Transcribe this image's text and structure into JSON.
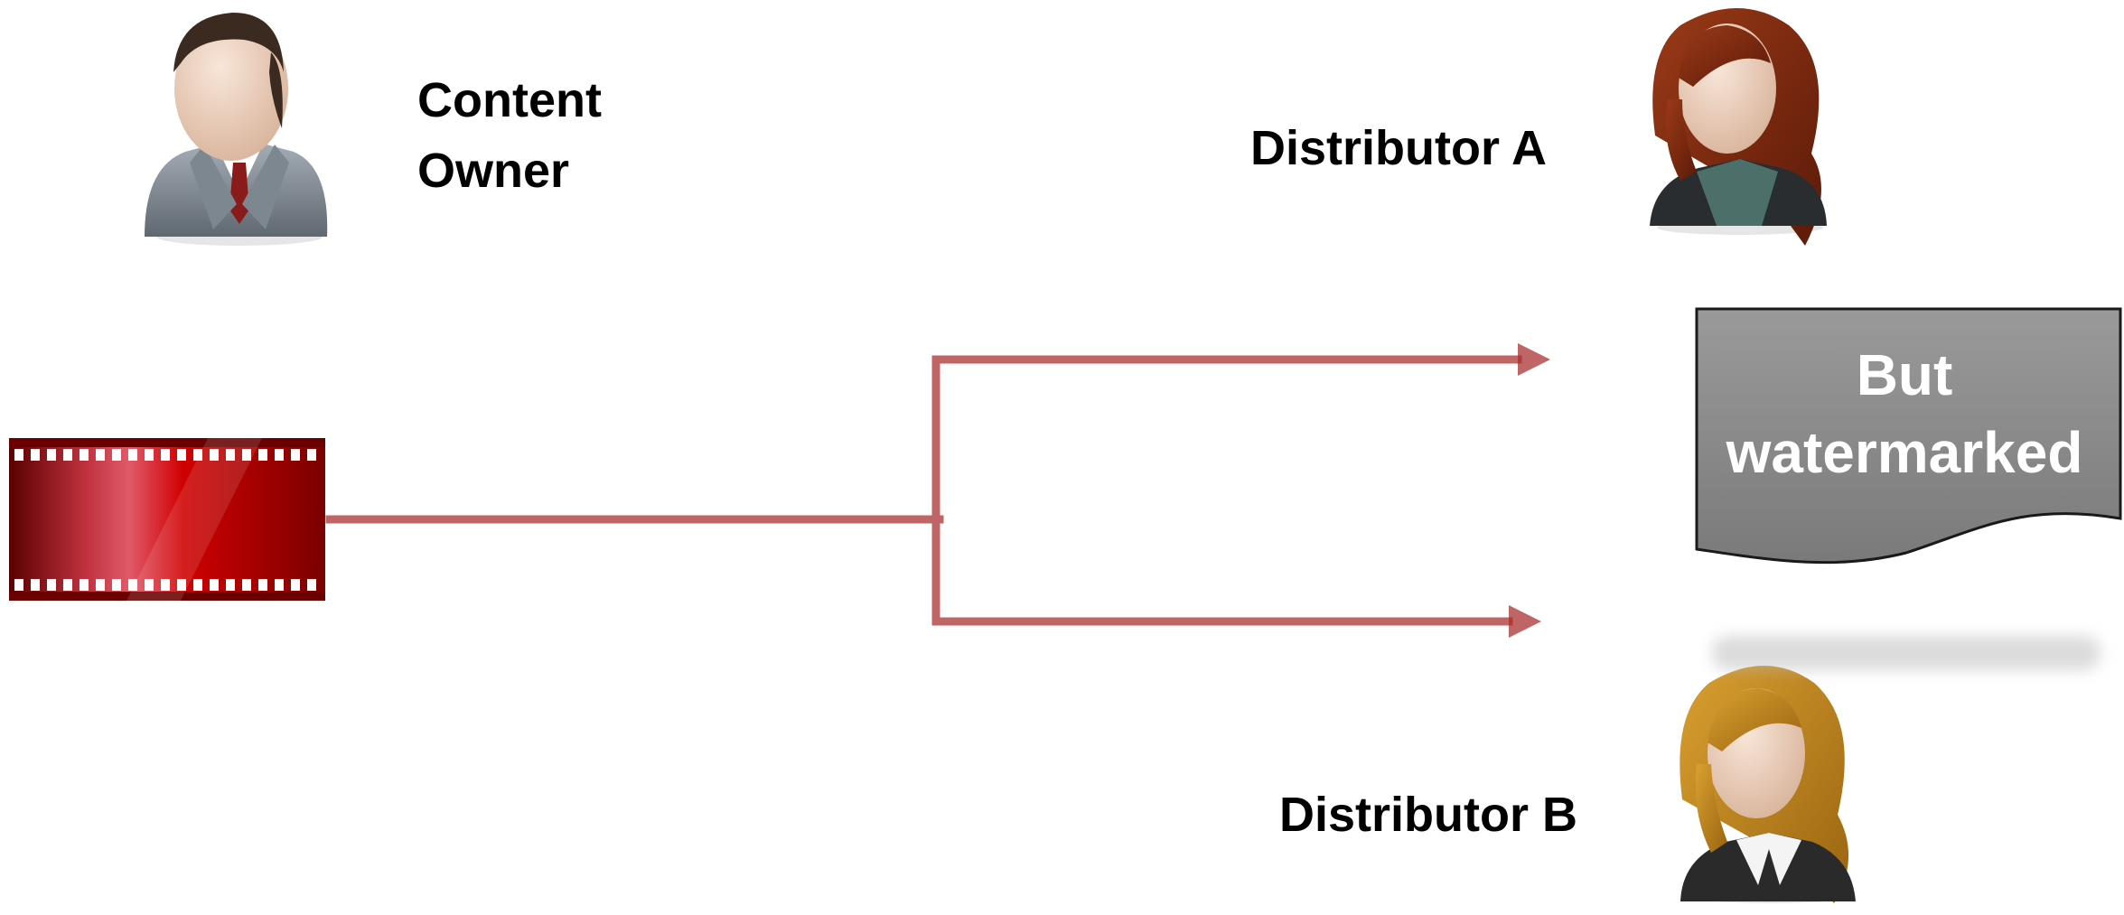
{
  "diagram": {
    "nodes": {
      "content_owner": {
        "label_lines": [
          "Content",
          "Owner"
        ],
        "icon": "male-person-icon"
      },
      "distributor_a": {
        "label": "Distributor A",
        "icon": "female-person-red-hair-icon"
      },
      "distributor_b": {
        "label": "Distributor B",
        "icon": "female-person-blonde-hair-icon"
      },
      "content": {
        "icon": "film-strip-icon"
      }
    },
    "callout": {
      "lines": [
        "But",
        "watermarked"
      ]
    },
    "edges": [
      {
        "from": "content",
        "to": "distributor_a"
      },
      {
        "from": "content",
        "to": "distributor_b"
      }
    ],
    "colors": {
      "arrow": "#a82a2a",
      "film": "#b80000",
      "callout_fill": "#8a8a8a",
      "text": "#000000"
    }
  }
}
